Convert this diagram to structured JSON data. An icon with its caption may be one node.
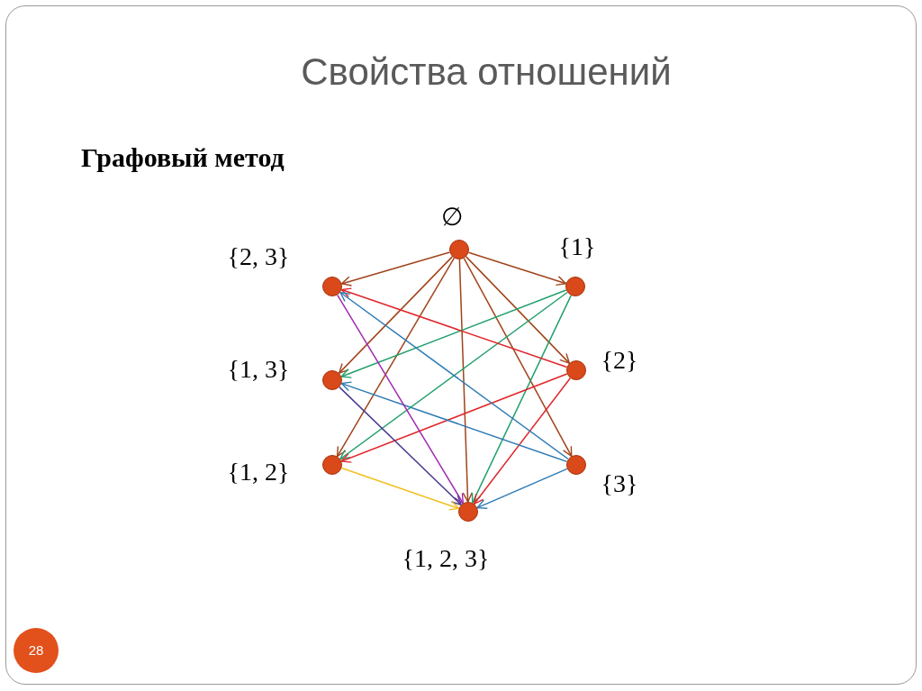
{
  "diagram": {
    "title": "Свойства отношений",
    "nodes": [
      {
        "text": [],
        "shape": "circle",
        "beside": [
          "∅"
        ]
      },
      {
        "text": [],
        "shape": "circle",
        "beside": [
          "{2, 3}"
        ]
      },
      {
        "text": [],
        "shape": "circle",
        "beside": [
          "{1}"
        ]
      },
      {
        "text": [],
        "shape": "circle",
        "beside": [
          "{1, 3}"
        ]
      },
      {
        "text": [],
        "shape": "circle",
        "beside": [
          "{2}"
        ]
      },
      {
        "text": [],
        "shape": "circle",
        "beside": [
          "{1, 2}"
        ]
      },
      {
        "text": [],
        "shape": "circle",
        "beside": [
          "{3}"
        ]
      },
      {
        "text": [],
        "shape": "circle",
        "beside": [
          "{1, 2, 3}"
        ]
      }
    ],
    "edges": [
      {
        "from": 0,
        "to": 1,
        "arrow": "to",
        "color": "#a0441c"
      },
      {
        "from": 0,
        "to": 2,
        "arrow": "to",
        "color": "#a0441c"
      },
      {
        "from": 0,
        "to": 3,
        "arrow": "to",
        "color": "#a0441c"
      },
      {
        "from": 0,
        "to": 4,
        "arrow": "to",
        "color": "#a0441c"
      },
      {
        "from": 0,
        "to": 5,
        "arrow": "to",
        "color": "#a0441c"
      },
      {
        "from": 0,
        "to": 6,
        "arrow": "to",
        "color": "#a0441c"
      },
      {
        "from": 0,
        "to": 7,
        "arrow": "to",
        "color": "#a0441c"
      },
      {
        "from": 2,
        "to": 3,
        "arrow": "to",
        "color": "#22a06b"
      },
      {
        "from": 2,
        "to": 5,
        "arrow": "to",
        "color": "#22a06b"
      },
      {
        "from": 2,
        "to": 7,
        "arrow": "to",
        "color": "#22a06b"
      },
      {
        "from": 4,
        "to": 1,
        "arrow": "to",
        "color": "#e0262b"
      },
      {
        "from": 4,
        "to": 5,
        "arrow": "to",
        "color": "#e0262b"
      },
      {
        "from": 4,
        "to": 7,
        "arrow": "to",
        "color": "#e0262b"
      },
      {
        "from": 6,
        "to": 1,
        "arrow": "to",
        "color": "#2e7bb5"
      },
      {
        "from": 6,
        "to": 3,
        "arrow": "to",
        "color": "#2e7bb5"
      },
      {
        "from": 6,
        "to": 7,
        "arrow": "to",
        "color": "#2e7bb5"
      },
      {
        "from": 1,
        "to": 7,
        "arrow": "to",
        "color": "#a22ab0"
      },
      {
        "from": 3,
        "to": 7,
        "arrow": "to",
        "color": "#4a3a8f"
      },
      {
        "from": 5,
        "to": 7,
        "arrow": "to",
        "color": "#f0c020"
      }
    ],
    "labels": [
      "Графовый метод",
      "28"
    ]
  }
}
